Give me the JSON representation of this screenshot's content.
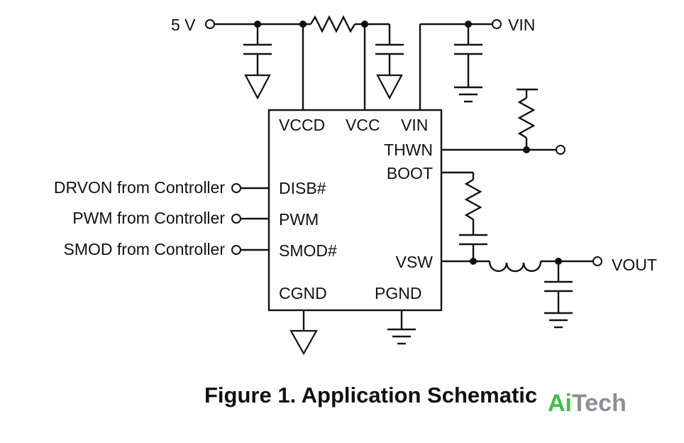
{
  "nets": {
    "supply_5v": "5 V",
    "vin_top": "VIN",
    "vout": "VOUT"
  },
  "chip_pins": {
    "vccd": "VCCD",
    "vcc": "VCC",
    "vin": "VIN",
    "thwn": "THWN",
    "boot": "BOOT",
    "disb": "DISB#",
    "pwm": "PWM",
    "smod": "SMOD#",
    "vsw": "VSW",
    "cgnd": "CGND",
    "pgnd": "PGND"
  },
  "inputs": {
    "drvon": "DRVON from Controller",
    "pwm": "PWM from Controller",
    "smod": "SMOD from Controller"
  },
  "caption": "Figure 1. Application Schematic",
  "watermark": {
    "ai": "Ai",
    "tech": "Tech",
    "ai_color": "#3fbf4a",
    "tech_color": "#8a8f95"
  }
}
